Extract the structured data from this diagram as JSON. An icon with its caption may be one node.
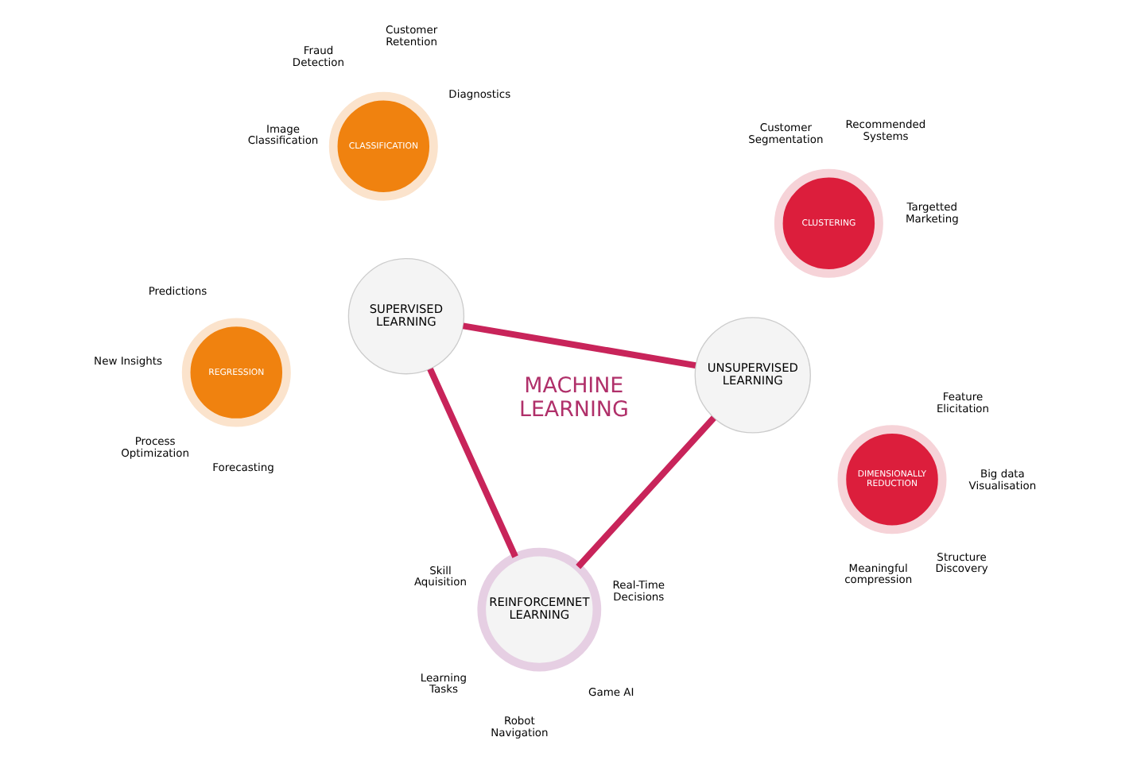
{
  "diagram": {
    "nodes": [
      {
        "text": [
          "MACHINE LEARNING"
        ]
      },
      {
        "text": [
          "UNSUPERVISED LEARNING"
        ]
      },
      {
        "text": [
          "SUPERVISED LEARNING"
        ]
      },
      {
        "text": [
          "REINFORCEMNET LEARNING"
        ],
        "beside": [
          "Real-Time Decisions",
          "Robot Navigation",
          "Game AI",
          "Skill Aquisition",
          "Learning Tasks"
        ]
      },
      {
        "text": [
          "DIMENSIONALLY REDUCTION"
        ],
        "beside": [
          "Structure Discovery",
          "Feature Elicitation",
          "Meaningful compression",
          "Big data Visualisation"
        ]
      },
      {
        "text": [
          "CLUSTERING"
        ],
        "beside": [
          "Recommended Systems",
          "Targetted Marketing",
          "Customer Segmentation"
        ]
      },
      {
        "text": [
          "CLASSIFICATION"
        ],
        "beside": [
          "Image Classification",
          "Customer Retention",
          "Fraud Detection",
          "Diagnostics"
        ]
      },
      {
        "text": [
          "REGRESSION"
        ],
        "beside": [
          "Forecasting",
          "Predictions",
          "Process Optimization",
          "New Insights"
        ]
      }
    ],
    "edges": [
      {
        "from": 1,
        "to": 2,
        "arrow": "none"
      },
      {
        "from": 2,
        "to": 3,
        "arrow": "none"
      },
      {
        "from": 3,
        "to": 1,
        "arrow": "none"
      }
    ]
  }
}
